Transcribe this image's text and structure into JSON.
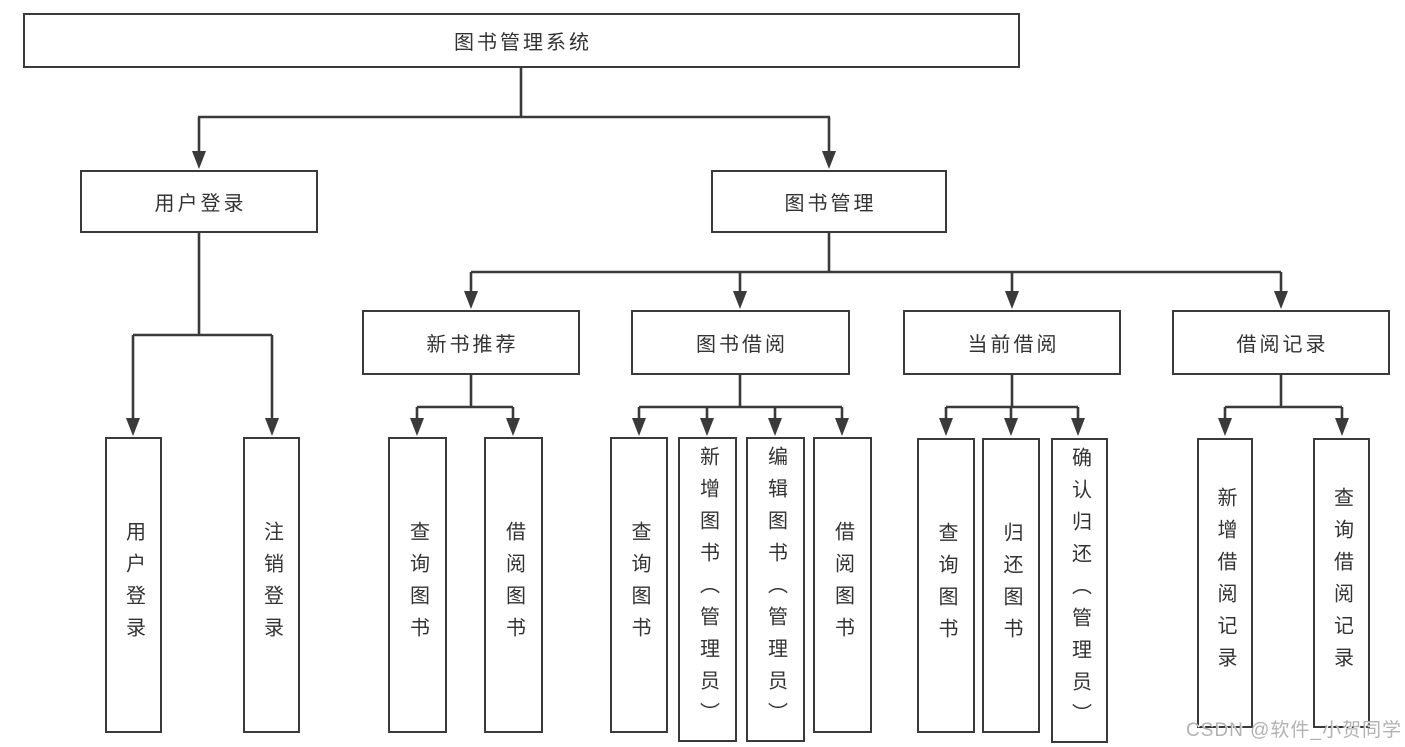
{
  "diagram": {
    "root": {
      "label": "图书管理系统"
    },
    "branches": [
      {
        "label": "用户登录",
        "children": [
          {
            "label": "用户登录"
          },
          {
            "label": "注销登录"
          }
        ]
      },
      {
        "label": "图书管理",
        "children": [
          {
            "label": "新书推荐",
            "children": [
              {
                "label": "查询图书"
              },
              {
                "label": "借阅图书"
              }
            ]
          },
          {
            "label": "图书借阅",
            "children": [
              {
                "label": "查询图书"
              },
              {
                "label": "新增图书（管理员）"
              },
              {
                "label": "编辑图书（管理员）"
              },
              {
                "label": "借阅图书"
              }
            ]
          },
          {
            "label": "当前借阅",
            "children": [
              {
                "label": "查询图书"
              },
              {
                "label": "归还图书"
              },
              {
                "label": "确认归还（管理员）"
              }
            ]
          },
          {
            "label": "借阅记录",
            "children": [
              {
                "label": "新增借阅记录"
              },
              {
                "label": "查询借阅记录"
              }
            ]
          }
        ]
      }
    ]
  },
  "watermark": {
    "text": "CSDN @软件_小贺同学"
  },
  "colors": {
    "line": "#3a3a3a",
    "text": "#333333",
    "background": "#ffffff",
    "watermark": "#b2b2b2"
  }
}
